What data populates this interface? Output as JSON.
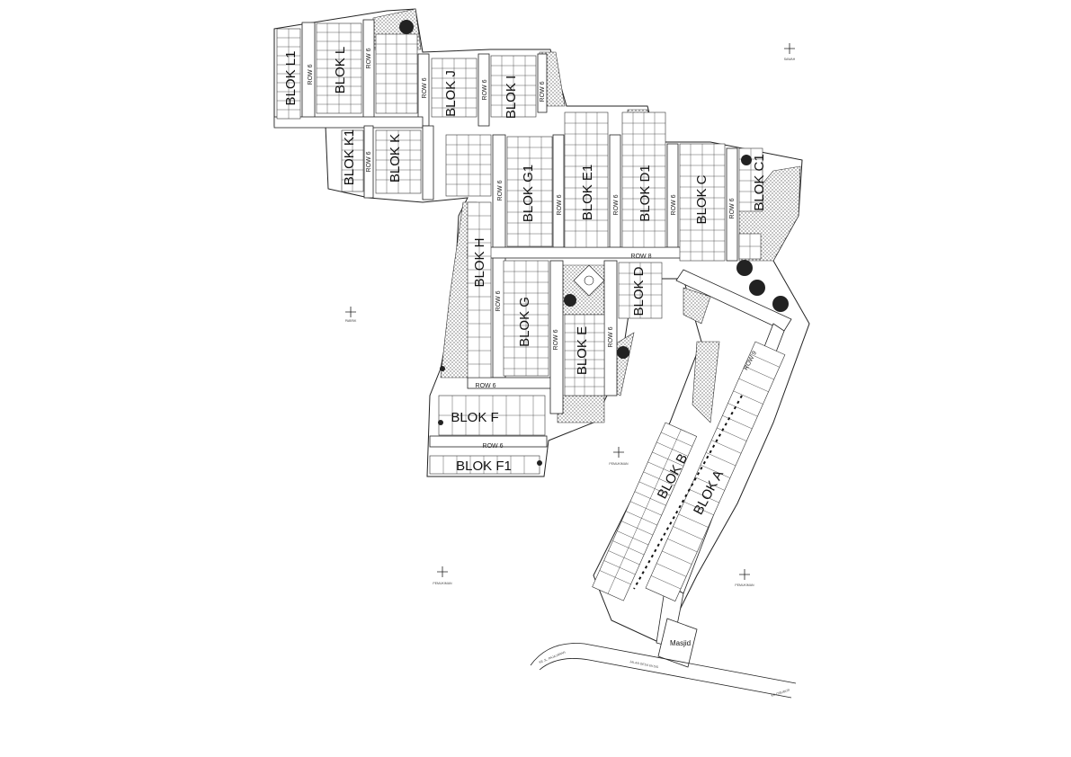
{
  "bloks": [
    {
      "id": "l1",
      "label": "BLOK L1",
      "rot": -90
    },
    {
      "id": "l",
      "label": "BLOK L",
      "rot": -90
    },
    {
      "id": "k1",
      "label": "BLOK K1",
      "rot": -90
    },
    {
      "id": "k",
      "label": "BLOK K",
      "rot": -90
    },
    {
      "id": "j",
      "label": "BLOK J",
      "rot": -90
    },
    {
      "id": "i",
      "label": "BLOK I",
      "rot": -90
    },
    {
      "id": "h",
      "label": "BLOK H",
      "rot": -90
    },
    {
      "id": "g1",
      "label": "BLOK G1",
      "rot": -90
    },
    {
      "id": "g",
      "label": "BLOK G",
      "rot": -90
    },
    {
      "id": "e1",
      "label": "BLOK E1",
      "rot": -90
    },
    {
      "id": "e",
      "label": "BLOK E",
      "rot": -90
    },
    {
      "id": "d1",
      "label": "BLOK D1",
      "rot": -90
    },
    {
      "id": "d",
      "label": "BLOK D",
      "rot": -90
    },
    {
      "id": "c",
      "label": "BLOK C",
      "rot": -90
    },
    {
      "id": "c1",
      "label": "BLOK C1",
      "rot": -90
    },
    {
      "id": "f",
      "label": "BLOK F",
      "rot": 0
    },
    {
      "id": "f1",
      "label": "BLOK F1",
      "rot": 0
    },
    {
      "id": "b",
      "label": "BLOK B",
      "rot": -62
    },
    {
      "id": "a",
      "label": "BLOK A",
      "rot": -62
    }
  ],
  "roads": [
    {
      "id": "r1",
      "label": "ROW 6"
    },
    {
      "id": "r2",
      "label": "ROW 6"
    },
    {
      "id": "r3",
      "label": "ROW 6"
    },
    {
      "id": "r4",
      "label": "ROW 6"
    },
    {
      "id": "r5",
      "label": "ROW 6"
    },
    {
      "id": "r6",
      "label": "ROW 6"
    },
    {
      "id": "r7",
      "label": "ROW 6"
    },
    {
      "id": "r8",
      "label": "ROW 6"
    },
    {
      "id": "r9",
      "label": "ROW 6"
    },
    {
      "id": "r10",
      "label": "ROW 6"
    },
    {
      "id": "r11",
      "label": "ROW 6"
    },
    {
      "id": "r12",
      "label": "ROW 6"
    },
    {
      "id": "r13",
      "label": "ROW 6"
    },
    {
      "id": "r14",
      "label": "ROW 6"
    },
    {
      "id": "r15",
      "label": "ROW 6"
    },
    {
      "id": "r16",
      "label": "ROW 8"
    },
    {
      "id": "r17",
      "label": "ROW 6"
    },
    {
      "id": "r18",
      "label": "ROW 9"
    }
  ],
  "building": {
    "label": "Masjid"
  },
  "surroundings": [
    {
      "id": "s1",
      "label": "SAWAH"
    },
    {
      "id": "s2",
      "label": "PABRIK"
    },
    {
      "id": "s3",
      "label": "PEMUKIMAN"
    },
    {
      "id": "s4",
      "label": "PEMUKIMAN"
    },
    {
      "id": "s5",
      "label": "PEMUKIMAN"
    }
  ],
  "streets": [
    {
      "id": "st1",
      "label": "KE JL. PAJAJARAN"
    },
    {
      "id": "st2",
      "label": "JALAN DESA EKSIS"
    },
    {
      "id": "st3",
      "label": "KE CIBUBUR"
    }
  ]
}
